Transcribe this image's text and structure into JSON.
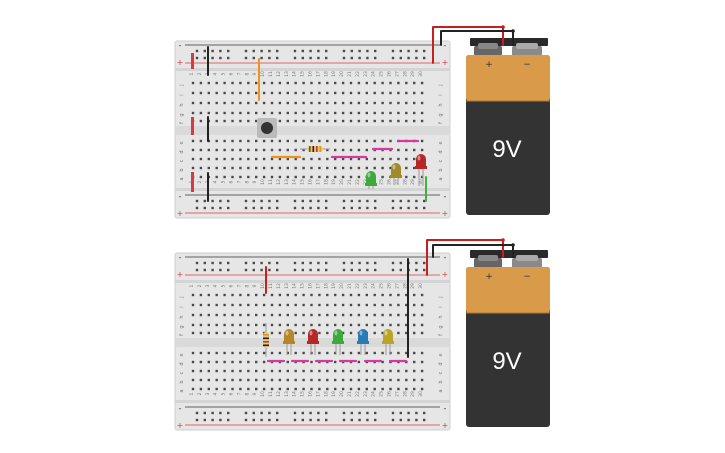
{
  "colors": {
    "board": "#e6e6e6",
    "board_edge": "#cfcfcf",
    "hole": "#4a4a4a",
    "rail_red": "#d83a3a",
    "rail_black": "#333333",
    "wire_red": "#c81e1e",
    "wire_black": "#222222",
    "wire_orange": "#f0911e",
    "wire_pink": "#d63aa0",
    "wire_green": "#3cb43c",
    "battery_body": "#333333",
    "battery_label": "#d99a4a",
    "battery_cap": "#2a2a2a",
    "led_green": "#3caa3c",
    "led_yellow": "#b8a52a",
    "led_olive": "#a08a2a",
    "led_red": "#b42828",
    "led_blue": "#2a7ab4",
    "led_amber": "#b4872a"
  },
  "breadboard": {
    "rail_minus": "-",
    "rail_plus": "+",
    "row_letters_top": [
      "j",
      "i",
      "h",
      "g",
      "f"
    ],
    "row_letters_bottom": [
      "e",
      "d",
      "c",
      "b",
      "a"
    ],
    "column_numbers": [
      "1",
      "2",
      "3",
      "4",
      "5",
      "6",
      "7",
      "8",
      "9",
      "10",
      "11",
      "12",
      "13",
      "14",
      "15",
      "16",
      "17",
      "18",
      "19",
      "20",
      "21",
      "22",
      "23",
      "24",
      "25",
      "26",
      "27",
      "28",
      "29",
      "30"
    ]
  },
  "circuits": [
    {
      "battery": {
        "label": "9V",
        "plus": "+",
        "minus": "−"
      },
      "components": [
        "push-button",
        "resistor",
        "led-green",
        "led-olive",
        "led-red"
      ]
    },
    {
      "battery": {
        "label": "9V",
        "plus": "+",
        "minus": "−"
      },
      "components": [
        "resistor",
        "led-amber",
        "led-red",
        "led-green",
        "led-blue",
        "led-yellow"
      ]
    }
  ]
}
